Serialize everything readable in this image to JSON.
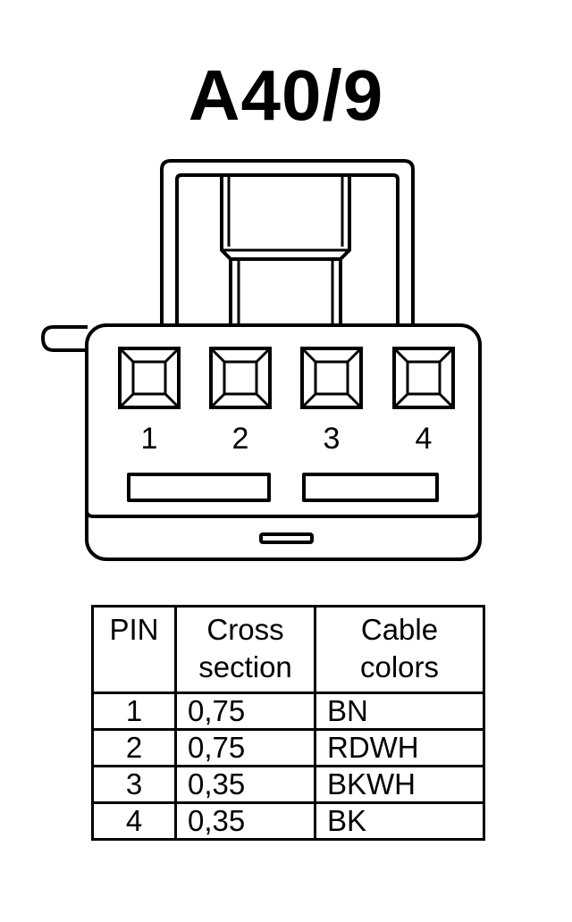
{
  "title": "A40/9",
  "pins": [
    {
      "label": "1"
    },
    {
      "label": "2"
    },
    {
      "label": "3"
    },
    {
      "label": "4"
    }
  ],
  "table": {
    "headers": {
      "pin": "PIN",
      "cross_section_line1": "Cross",
      "cross_section_line2": "section",
      "cable_colors_line1": "Cable",
      "cable_colors_line2": "colors"
    },
    "rows": [
      {
        "pin": "1",
        "cross_section": "0,75",
        "color": "BN"
      },
      {
        "pin": "2",
        "cross_section": "0,75",
        "color": "RDWH"
      },
      {
        "pin": "3",
        "cross_section": "0,35",
        "color": "BKWH"
      },
      {
        "pin": "4",
        "cross_section": "0,35",
        "color": "BK"
      }
    ]
  }
}
